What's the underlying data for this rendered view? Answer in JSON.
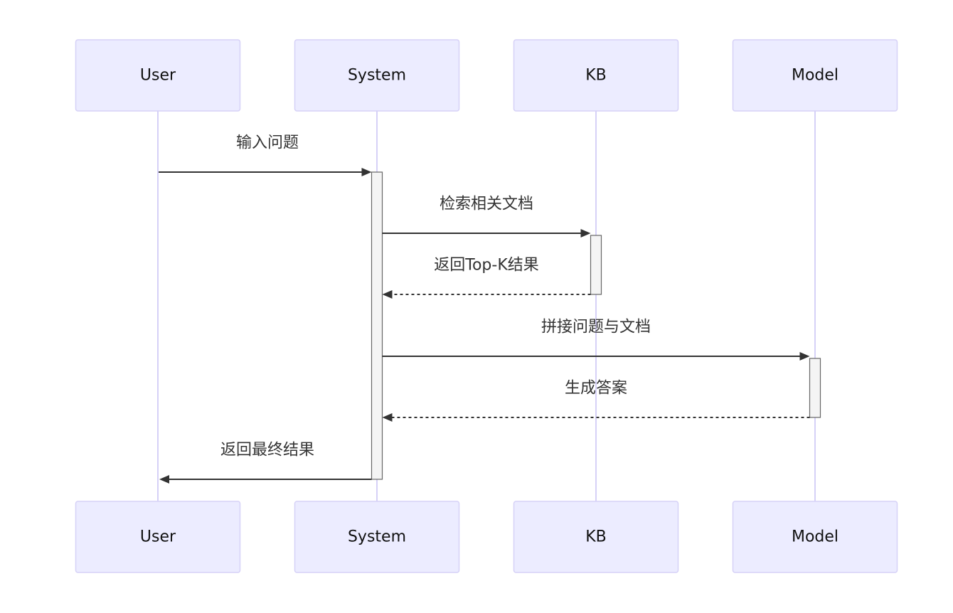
{
  "colors": {
    "participant_fill": "#ececff",
    "participant_border": "#d6d1f7",
    "lifeline": "#d6d1f7",
    "activation_fill": "#f4f4f4",
    "arrow": "#333333",
    "text": "#333333"
  },
  "participants": [
    {
      "id": "user",
      "label": "User"
    },
    {
      "id": "system",
      "label": "System"
    },
    {
      "id": "kb",
      "label": "KB"
    },
    {
      "id": "model",
      "label": "Model"
    }
  ],
  "messages": [
    {
      "from": "user",
      "to": "system",
      "label": "输入问题",
      "style": "solid"
    },
    {
      "from": "system",
      "to": "kb",
      "label": "检索相关文档",
      "style": "solid"
    },
    {
      "from": "kb",
      "to": "system",
      "label": "返回Top-K结果",
      "style": "dashed"
    },
    {
      "from": "system",
      "to": "model",
      "label": "拼接问题与文档",
      "style": "solid"
    },
    {
      "from": "model",
      "to": "system",
      "label": "生成答案",
      "style": "dashed"
    },
    {
      "from": "system",
      "to": "user",
      "label": "返回最终结果",
      "style": "solid"
    }
  ]
}
